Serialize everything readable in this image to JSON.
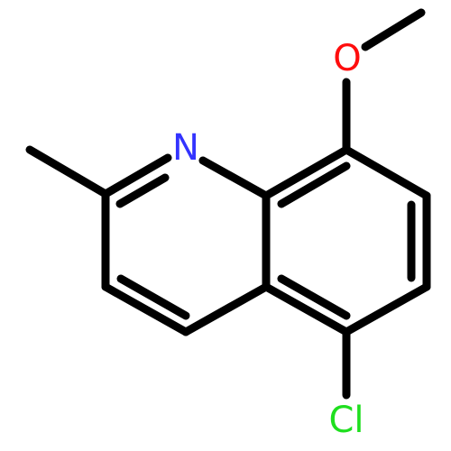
{
  "atoms": {
    "nitrogen": {
      "symbol": "N",
      "color": "#3333ff"
    },
    "oxygen": {
      "symbol": "O",
      "color": "#ff0d0d"
    },
    "chlorine": {
      "symbol": "Cl",
      "color": "#1fdf1f"
    }
  },
  "colors": {
    "bond": "#000000",
    "background": "#ffffff"
  }
}
